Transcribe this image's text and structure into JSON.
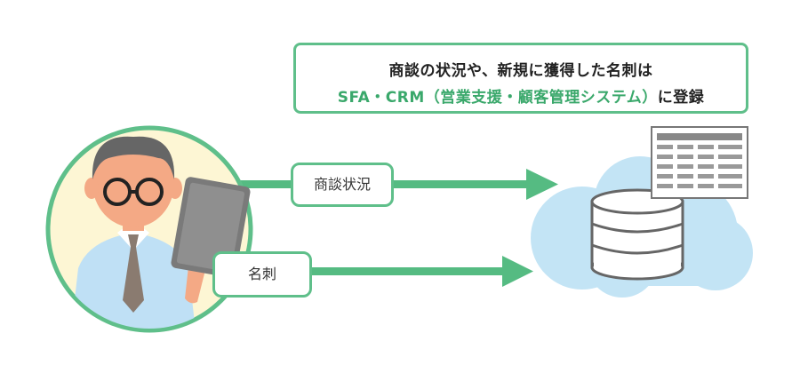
{
  "callout": {
    "line1": "商談の状況や、新規に獲得した名刺は",
    "line2_green": "SFA・CRM（営業支援・顧客管理システム）",
    "line2_rest": "に登録"
  },
  "labels": {
    "negotiation": "商談状況",
    "business_card": "名刺"
  },
  "icons": {
    "person": "person-icon",
    "tablet": "tablet-icon",
    "cloud": "cloud-icon",
    "database": "database-icon",
    "spreadsheet": "spreadsheet-icon"
  },
  "colors": {
    "accent_green": "#5fbf8a",
    "text_green": "#3aa86b",
    "arrow_green": "#55bb82",
    "cloud_blue": "#c3e4f5",
    "person_bg": "#fdf6d4"
  }
}
